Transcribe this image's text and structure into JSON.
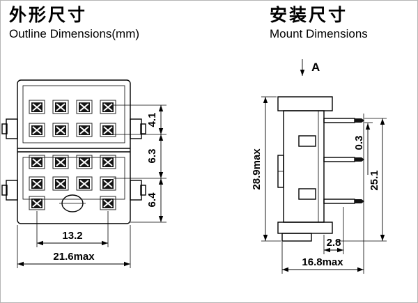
{
  "outline_view": {
    "title_zh": "外形尺寸",
    "title_en": "Outline Dimensions(mm)",
    "dims": {
      "row_gap_top": "4.1",
      "row_gap_mid": "6.3",
      "row_gap_bottom": "6.4",
      "terminal_span": "13.2",
      "overall_width": "21.6max"
    }
  },
  "mount_view": {
    "title_zh": "安装尺寸",
    "title_en": "Mount Dimensions",
    "section_label": "A",
    "dims": {
      "overall_height": "28.9max",
      "pin_thickness": "0.3",
      "pin_length": "25.1",
      "pin_offset": "2.8",
      "overall_depth": "16.8max"
    }
  }
}
